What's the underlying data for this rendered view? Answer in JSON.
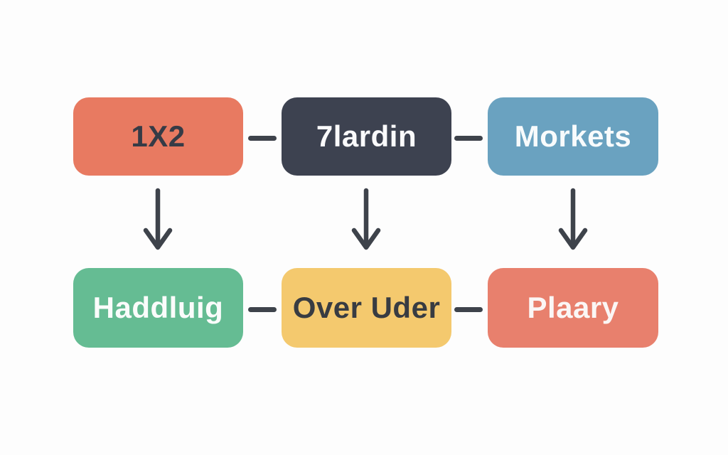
{
  "diagram": {
    "background_color": "#FDFDFD",
    "connector_color": "#3E434B",
    "icons": {
      "arrow_down": "down-arrow connecting top boxes to bottom boxes",
      "dash": "short horizontal dash connector between adjacent boxes"
    },
    "rows": [
      {
        "boxes": [
          {
            "label": "1X2",
            "bg": "#E87A61",
            "fg": "#363B46"
          },
          {
            "label": "7lardin",
            "bg": "#3D4250",
            "fg": "#FAFAFB"
          },
          {
            "label": "Morkets",
            "bg": "#6AA2C0",
            "fg": "#F8FBFC"
          }
        ]
      },
      {
        "boxes": [
          {
            "label": "Haddluig",
            "bg": "#65BC93",
            "fg": "#FAFCFB"
          },
          {
            "label": "Over Uder",
            "bg": "#F4C96E",
            "fg": "#383C42"
          },
          {
            "label": "Plaary",
            "bg": "#E8806D",
            "fg": "#FBF6F5"
          }
        ]
      }
    ]
  }
}
